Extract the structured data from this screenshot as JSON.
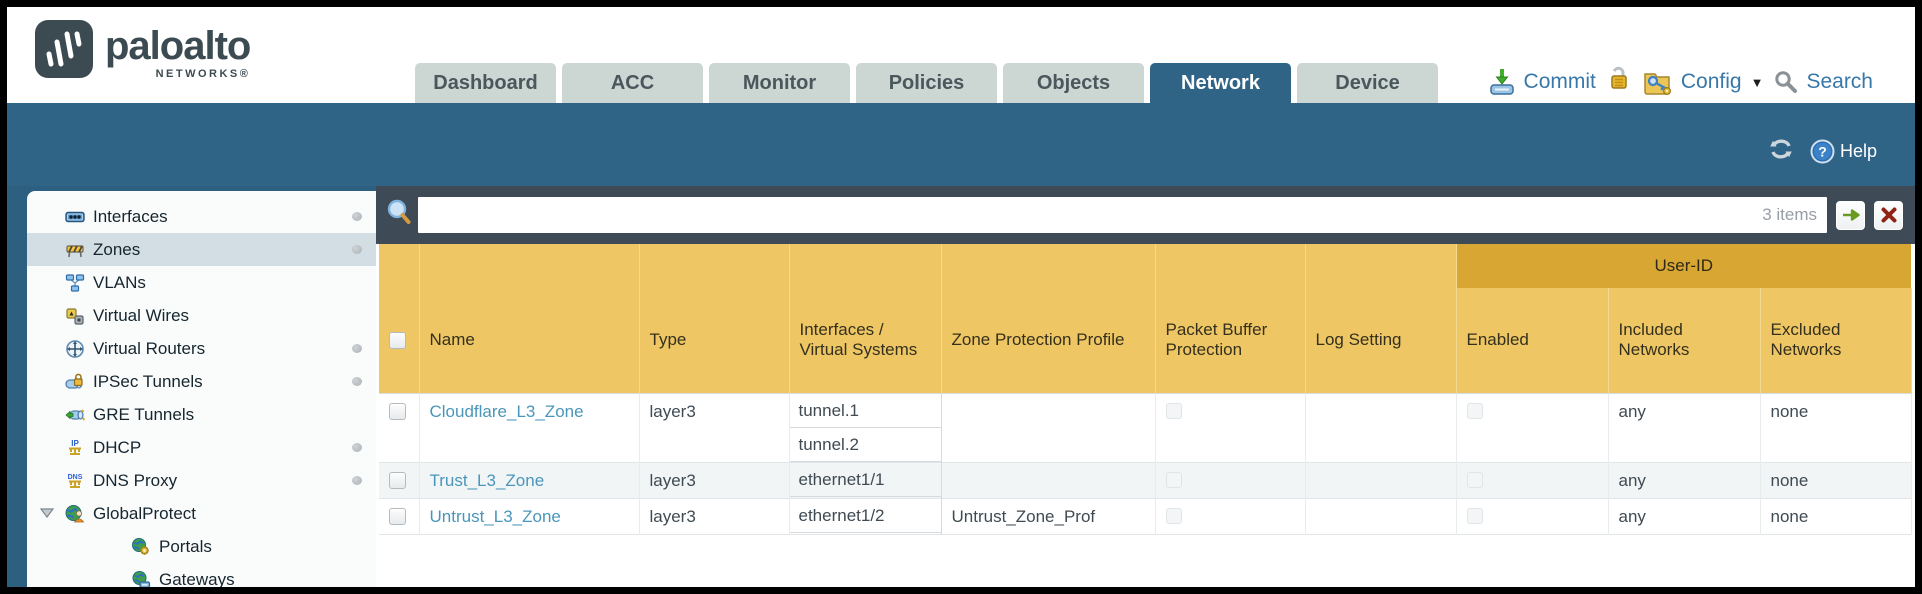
{
  "brand": {
    "wordmark": "paloalto",
    "networks": "NETWORKS®"
  },
  "nav_tabs": [
    {
      "label": "Dashboard",
      "active": false
    },
    {
      "label": "ACC",
      "active": false
    },
    {
      "label": "Monitor",
      "active": false
    },
    {
      "label": "Policies",
      "active": false
    },
    {
      "label": "Objects",
      "active": false
    },
    {
      "label": "Network",
      "active": true
    },
    {
      "label": "Device",
      "active": false
    }
  ],
  "utility": {
    "commit_label": "Commit",
    "config_label": "Config",
    "search_label": "Search"
  },
  "band": {
    "help_label": "Help"
  },
  "sidebar": {
    "items": [
      {
        "label": "Interfaces",
        "icon": "interfaces-icon",
        "selected": false,
        "dot": true
      },
      {
        "label": "Zones",
        "icon": "zones-icon",
        "selected": true,
        "dot": true
      },
      {
        "label": "VLANs",
        "icon": "vlans-icon",
        "selected": false,
        "dot": false
      },
      {
        "label": "Virtual Wires",
        "icon": "virtual-wires-icon",
        "selected": false,
        "dot": false
      },
      {
        "label": "Virtual Routers",
        "icon": "virtual-routers-icon",
        "selected": false,
        "dot": true
      },
      {
        "label": "IPSec Tunnels",
        "icon": "ipsec-tunnels-icon",
        "selected": false,
        "dot": true
      },
      {
        "label": "GRE Tunnels",
        "icon": "gre-tunnels-icon",
        "selected": false,
        "dot": false
      },
      {
        "label": "DHCP",
        "icon": "dhcp-icon",
        "selected": false,
        "dot": true
      },
      {
        "label": "DNS Proxy",
        "icon": "dns-proxy-icon",
        "selected": false,
        "dot": true
      },
      {
        "label": "GlobalProtect",
        "icon": "globalprotect-icon",
        "selected": false,
        "dot": false,
        "expanded": true
      },
      {
        "label": "Portals",
        "icon": "portals-icon",
        "selected": false,
        "dot": false,
        "child": true
      },
      {
        "label": "Gateways",
        "icon": "gateways-icon",
        "selected": false,
        "dot": false,
        "child": true
      }
    ]
  },
  "toolbar": {
    "filter_value": "",
    "items_count": "3 items"
  },
  "table": {
    "group_header": "User-ID",
    "columns": {
      "name": "Name",
      "type": "Type",
      "interfaces": "Interfaces / Virtual Systems",
      "zpp": "Zone Protection Profile",
      "pbp": "Packet Buffer Protection",
      "log": "Log Setting",
      "enabled": "Enabled",
      "included": "Included Networks",
      "excluded": "Excluded Networks"
    },
    "rows": [
      {
        "name": "Cloudflare_L3_Zone",
        "type": "layer3",
        "interfaces": [
          "tunnel.1",
          "tunnel.2"
        ],
        "zone_protection_profile": "",
        "log_setting": "",
        "included_networks": "any",
        "excluded_networks": "none"
      },
      {
        "name": "Trust_L3_Zone",
        "type": "layer3",
        "interfaces": [
          "ethernet1/1"
        ],
        "zone_protection_profile": "",
        "log_setting": "",
        "included_networks": "any",
        "excluded_networks": "none"
      },
      {
        "name": "Untrust_L3_Zone",
        "type": "layer3",
        "interfaces": [
          "ethernet1/2"
        ],
        "zone_protection_profile": "Untrust_Zone_Prof",
        "log_setting": "",
        "included_networks": "any",
        "excluded_networks": "none"
      }
    ]
  },
  "colors": {
    "band_blue": "#2f6487",
    "header_amber": "#eec764",
    "group_amber": "#d8a733",
    "link_teal": "#4a96ba"
  }
}
